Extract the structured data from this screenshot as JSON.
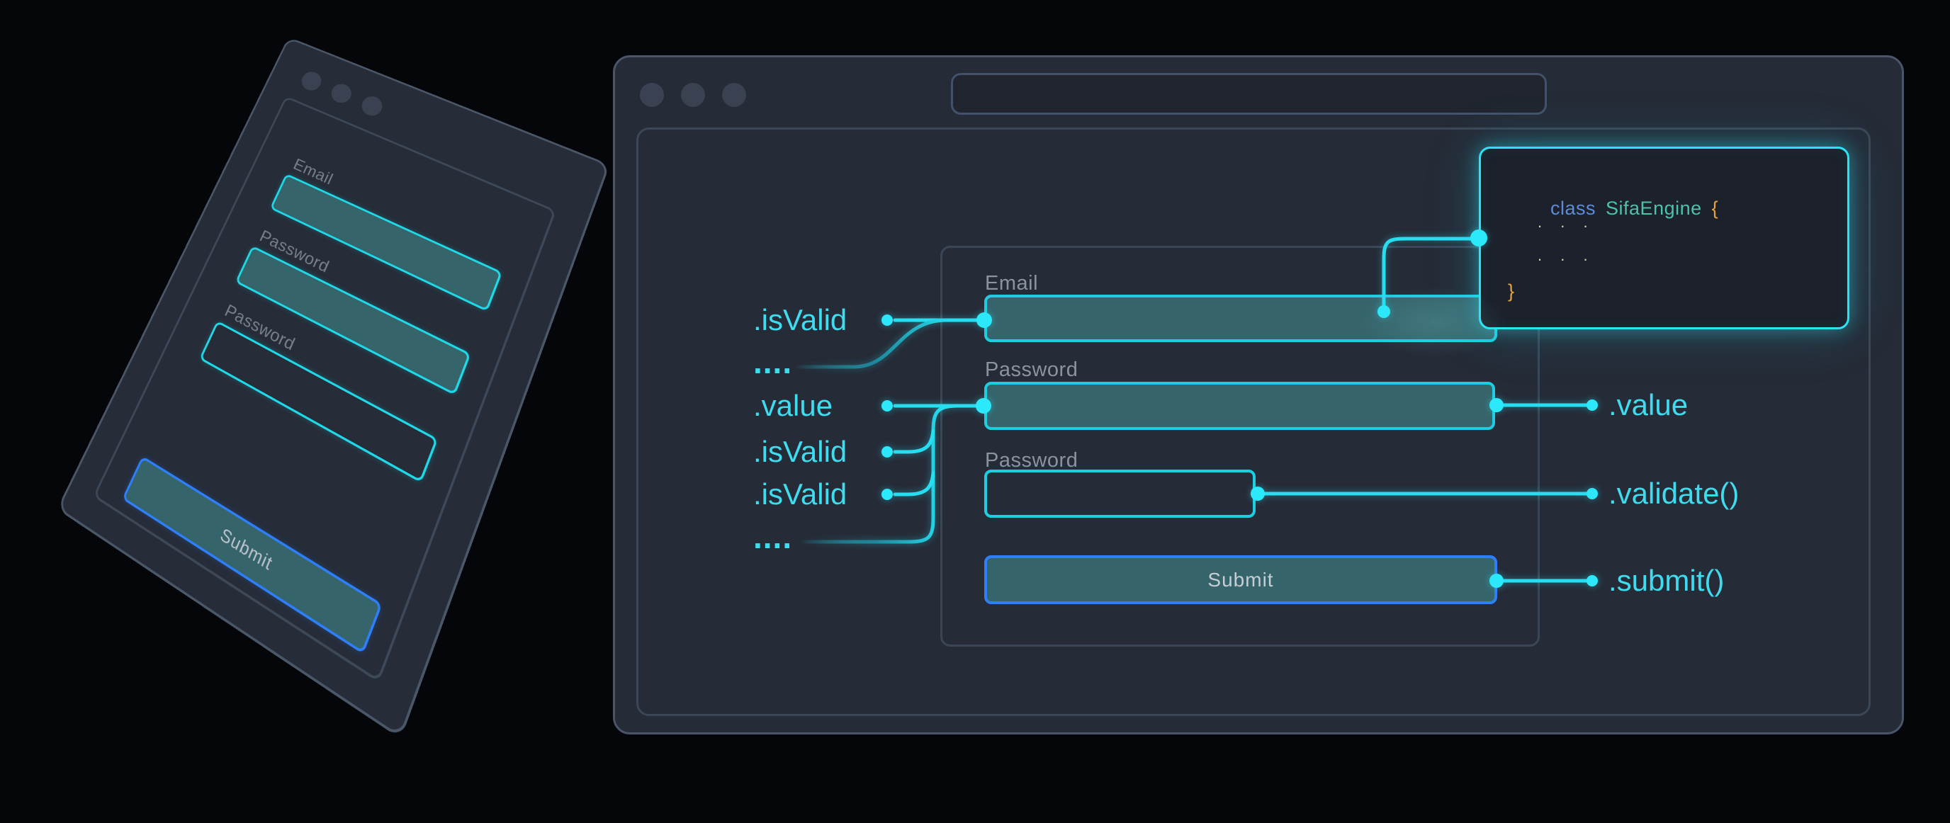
{
  "colors": {
    "accent_cyan": "#2BE3F7",
    "wire_cyan": "#27DEF1",
    "submit_blue": "#2E7FFB",
    "field_teal_fill": "#36646B",
    "field_border_cyan": "#1CCEE0",
    "label_gray": "#8A93A0",
    "annotation_cyan": "#3EDCEE",
    "code_keyword_blue": "#5C8CD9",
    "code_class_teal": "#4CC2A9",
    "code_brace_orange": "#E8A23C",
    "code_dots_cream": "#D8D2B6",
    "window_bg": "#252B37",
    "canvas_bg": "#04060A"
  },
  "mock_card": {
    "fields": [
      {
        "label": "Email",
        "filled": true
      },
      {
        "label": "Password",
        "filled": true
      },
      {
        "label": "Password",
        "filled": false
      }
    ],
    "submit_label": "Submit"
  },
  "browser": {
    "url_value": "",
    "code_panel": {
      "keyword": "class",
      "class_name": "SifaEngine",
      "open_brace": "{",
      "body_line_1": ". . .",
      "body_line_2": ". . .",
      "close_brace": "}"
    },
    "form": {
      "fields": [
        {
          "label": "Email",
          "filled": true
        },
        {
          "label": "Password",
          "filled": true
        },
        {
          "label": "Password",
          "filled": false
        }
      ],
      "submit_label": "Submit"
    },
    "annotations": {
      "left": [
        ".isValid",
        "....",
        ".value",
        ".isValid",
        ".isValid",
        "...."
      ],
      "right": [
        ".value",
        ".validate()",
        ".submit()"
      ]
    }
  }
}
